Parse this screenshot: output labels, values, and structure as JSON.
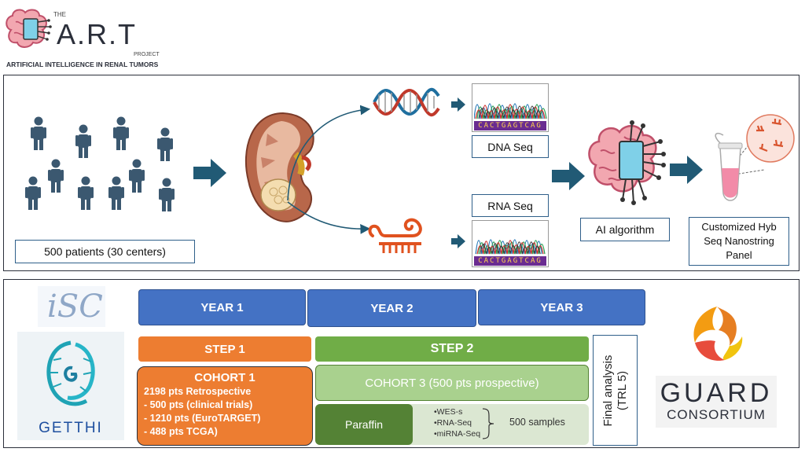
{
  "logo": {
    "the": "THE",
    "name": "A.R.T",
    "project": "PROJECT",
    "subtitle": "ARTIFICIAL INTELLIGENCE IN RENAL TUMORS"
  },
  "top_panel": {
    "patients_label": "500 patients (30 centers)",
    "dna_label": "DNA Seq",
    "rna_label": "RNA Seq",
    "dna_bases": "CACTGAGTCAG",
    "rna_bases": "CACTGAGTCAG",
    "ai_label": "AI algorithm",
    "panel_label_lines": [
      "Customized Hyb",
      "Seq Nanostring",
      "Panel"
    ],
    "colors": {
      "person": "#3b5870",
      "arrow": "#215a75",
      "dna_a": "#1f6f9f",
      "dna_b": "#c0392b"
    }
  },
  "bottom_panel": {
    "years": [
      "YEAR 1",
      "YEAR 2",
      "YEAR 3"
    ],
    "step1": "STEP 1",
    "step2": "STEP 2",
    "cohort1": {
      "title": "COHORT 1",
      "lines": [
        "2198 pts Retrospective",
        "- 500 pts (clinical trials)",
        "- 1210 pts (EuroTARGET)",
        "- 488 pts TCGA)"
      ]
    },
    "cohort3": "COHORT 3 (500 pts prospective)",
    "paraffin": "Paraffin",
    "seq_items": [
      "•WES-s",
      "•RNA-Seq",
      "•miRNA-Seq"
    ],
    "samples": "500 samples",
    "final_analysis_lines": [
      "Final analysis",
      "(TRL 5)"
    ],
    "left_logos": {
      "isc": "iSC",
      "getthi": "GETTHI"
    },
    "right_logos": {
      "guard": "GUARD",
      "consortium": "CONSORTIUM"
    },
    "colors": {
      "year": "#4472c4",
      "step1": "#ed7d31",
      "step2": "#70ad47",
      "cohort3": "#a9d18e",
      "paraffin": "#548235"
    }
  }
}
